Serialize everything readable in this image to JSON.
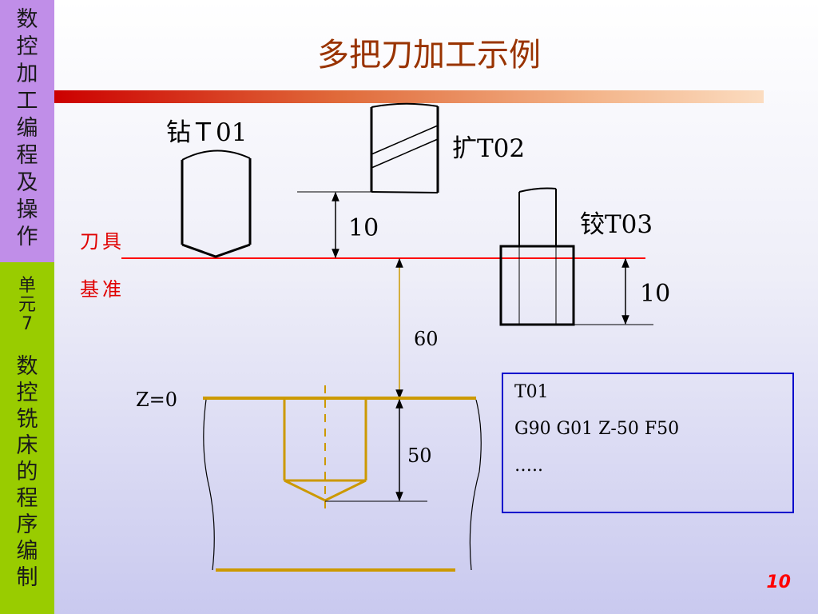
{
  "sidebar": {
    "top_chars": [
      "数",
      "控",
      "加",
      "工",
      "编",
      "程",
      "及",
      "操",
      "作"
    ],
    "unit_chars": [
      "单",
      "元",
      "7"
    ],
    "bottom_chars": [
      "数",
      "控",
      "铣",
      "床",
      "的",
      "程",
      "序",
      "编",
      "制"
    ]
  },
  "title": "多把刀加工示例",
  "tools": {
    "t01": "钻Ｔ01",
    "t02": "扩T02",
    "t03": "铰T03"
  },
  "reference": {
    "line1": "刀具",
    "line2": "基准"
  },
  "dimensions": {
    "d10_left": "10",
    "d10_right": "10",
    "d60": "60",
    "d50": "50",
    "z0": "Z=0"
  },
  "code": {
    "line1": "T01",
    "line2": "G90 G01 Z-50 F50",
    "line3": "….."
  },
  "page_number": "10",
  "colors": {
    "sidebar_top": "#c08ee8",
    "sidebar_bottom": "#99cc00",
    "title": "#993300",
    "reference_line": "#ff0000",
    "workpiece_lines": "#cc9900",
    "code_border": "#0000cc"
  }
}
